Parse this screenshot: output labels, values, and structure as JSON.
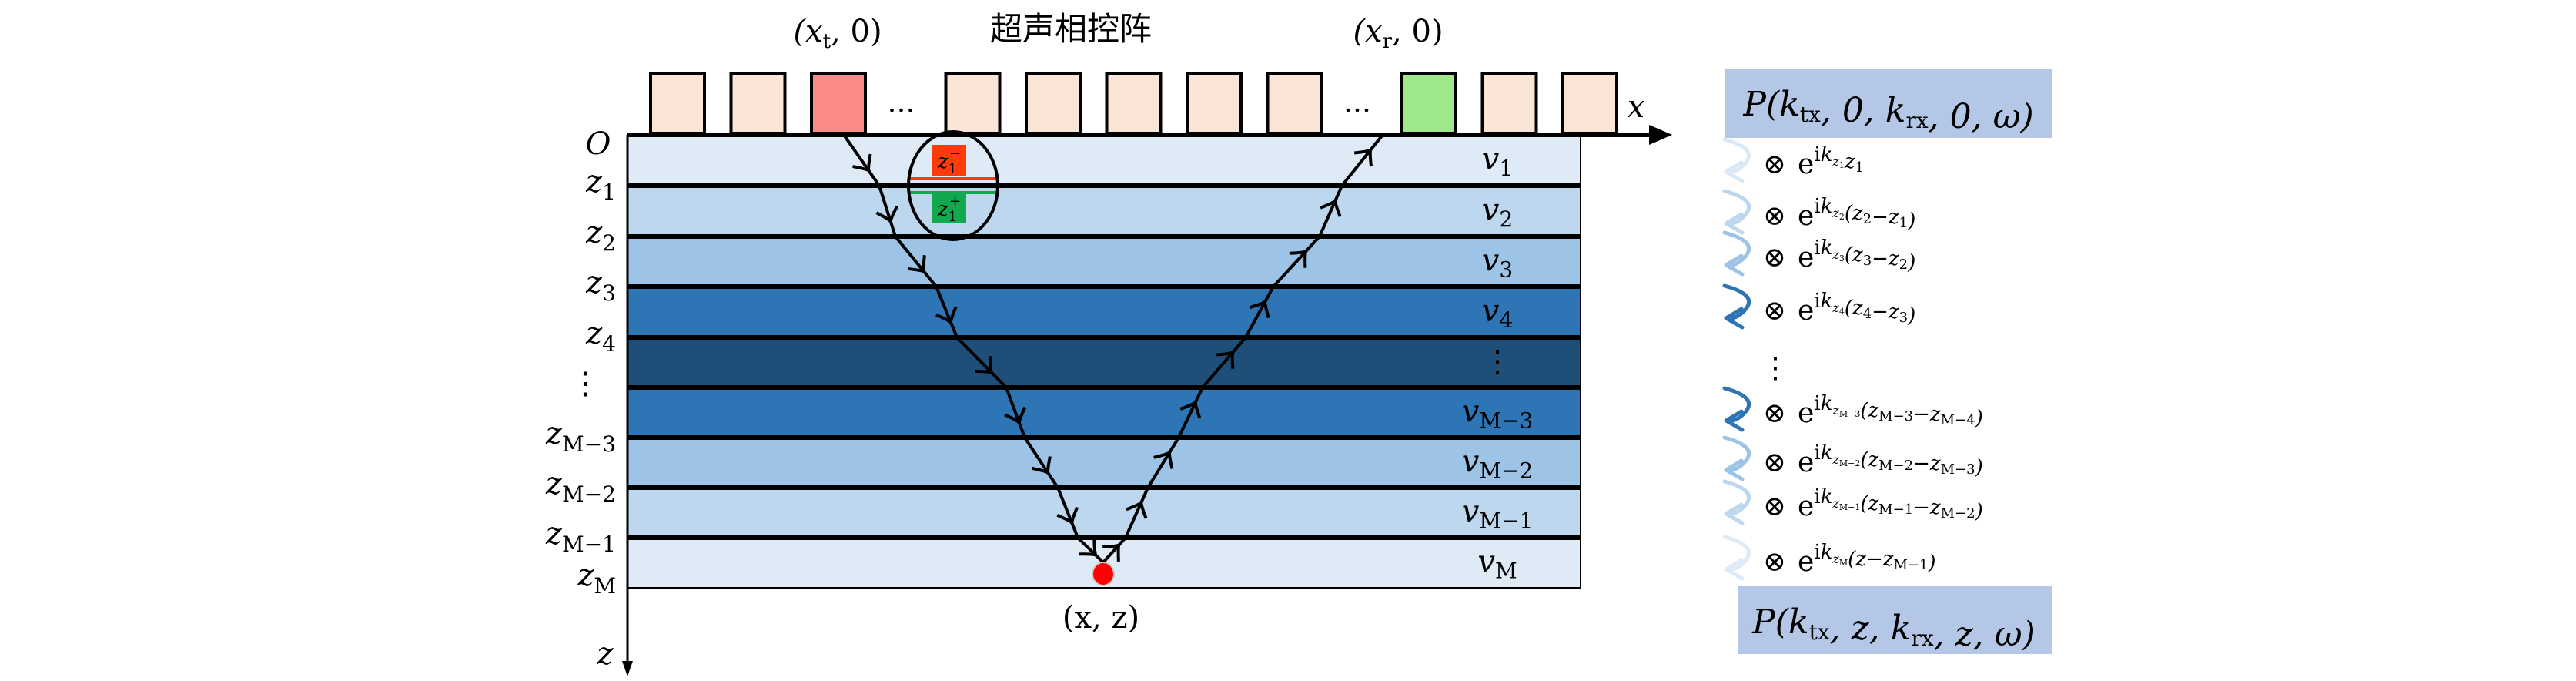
{
  "title": "超声相控阵",
  "transmitter_label": {
    "open": "(x",
    "sub": "t",
    "close": ", 0)"
  },
  "receiver_label": {
    "open": "(x",
    "sub": "r",
    "close": ", 0)"
  },
  "axis": {
    "x": "x",
    "z": "z",
    "origin": "O"
  },
  "point_label": "(x, z)",
  "ellipsis": "…",
  "colors": {
    "element": "#fbe5d6",
    "transmitter": "#fc8a86",
    "receiver": "#9ee88a",
    "box": "#b4c7e7",
    "point": "#ff0000",
    "interface_minus": "#ff3b0a",
    "interface_plus": "#12a84e"
  },
  "interface": {
    "minus": {
      "base": "z",
      "sub": "1",
      "sup": "−"
    },
    "plus": {
      "base": "z",
      "sub": "1",
      "sup": "+"
    }
  },
  "array_elements": [
    "normal",
    "normal",
    "transmitter",
    "gap",
    "normal",
    "normal",
    "normal",
    "normal",
    "normal",
    "gap",
    "receiver",
    "normal",
    "normal"
  ],
  "layers": [
    {
      "v_sub": "1",
      "color": "#deeaf6"
    },
    {
      "v_sub": "2",
      "color": "#bdd7ee"
    },
    {
      "v_sub": "3",
      "color": "#9dc3e6"
    },
    {
      "v_sub": "4",
      "color": "#2e75b6"
    },
    {
      "v_sub": "⋮",
      "color": "#1f4e79"
    },
    {
      "v_sub": "M−3",
      "color": "#2e75b6"
    },
    {
      "v_sub": "M−2",
      "color": "#9dc3e6"
    },
    {
      "v_sub": "M−1",
      "color": "#bdd7ee"
    },
    {
      "v_sub": "M",
      "color": "#deeaf6"
    }
  ],
  "depth_labels": [
    {
      "base": "z",
      "sub": "1"
    },
    {
      "base": "z",
      "sub": "2"
    },
    {
      "base": "z",
      "sub": "3"
    },
    {
      "base": "z",
      "sub": "4"
    },
    {
      "base": "⋮",
      "sub": ""
    },
    {
      "base": "z",
      "sub": "M−3"
    },
    {
      "base": "z",
      "sub": "M−2"
    },
    {
      "base": "z",
      "sub": "M−1"
    },
    {
      "base": "z",
      "sub": "M"
    }
  ],
  "top_formula": "P(k_tx, 0, k_rx, 0, ω)",
  "top_formula_parts": [
    {
      "t": "P(k",
      "s": "tx"
    },
    {
      "t": ", 0, k",
      "s": "rx"
    },
    {
      "t": ", 0, ω)",
      "s": ""
    }
  ],
  "bottom_formula": "P(k_tx, z, k_rx, z, ω)",
  "bottom_formula_parts": [
    {
      "t": "P(k",
      "s": "tx"
    },
    {
      "t": ", z, k",
      "s": "rx"
    },
    {
      "t": ", z, ω)",
      "s": ""
    }
  ],
  "operator": "⊗",
  "vertical_dots": "⋮",
  "propagators": [
    {
      "ksub": "z",
      "kss": "1",
      "arg": [
        {
          "t": "z",
          "s": "1"
        }
      ],
      "swirl": "#dbe8f5"
    },
    {
      "ksub": "z",
      "kss": "2",
      "arg": [
        {
          "t": "(z",
          "s": "2"
        },
        {
          "t": "−z",
          "s": "1"
        },
        {
          "t": ")",
          "s": ""
        }
      ],
      "swirl": "#bdd7ee"
    },
    {
      "ksub": "z",
      "kss": "3",
      "arg": [
        {
          "t": "(z",
          "s": "3"
        },
        {
          "t": "−z",
          "s": "2"
        },
        {
          "t": ")",
          "s": ""
        }
      ],
      "swirl": "#9dc3e6"
    },
    {
      "ksub": "z",
      "kss": "4",
      "arg": [
        {
          "t": "(z",
          "s": "4"
        },
        {
          "t": "−z",
          "s": "3"
        },
        {
          "t": ")",
          "s": ""
        }
      ],
      "swirl": "#2e75b6"
    },
    {
      "ksub": "z",
      "kss": "M−3",
      "arg": [
        {
          "t": "(z",
          "s": "M−3"
        },
        {
          "t": "−z",
          "s": "M−4"
        },
        {
          "t": ")",
          "s": ""
        }
      ],
      "swirl": "#2e75b6"
    },
    {
      "ksub": "z",
      "kss": "M−2",
      "arg": [
        {
          "t": "(z",
          "s": "M−2"
        },
        {
          "t": "−z",
          "s": "M−3"
        },
        {
          "t": ")",
          "s": ""
        }
      ],
      "swirl": "#9dc3e6"
    },
    {
      "ksub": "z",
      "kss": "M−1",
      "arg": [
        {
          "t": "(z",
          "s": "M−1"
        },
        {
          "t": "−z",
          "s": "M−2"
        },
        {
          "t": ")",
          "s": ""
        }
      ],
      "swirl": "#bdd7ee"
    },
    {
      "ksub": "z",
      "kss": "M",
      "arg": [
        {
          "t": "(z−z",
          "s": "M−1"
        },
        {
          "t": ")",
          "s": ""
        }
      ],
      "swirl": "#deeaf6"
    }
  ]
}
